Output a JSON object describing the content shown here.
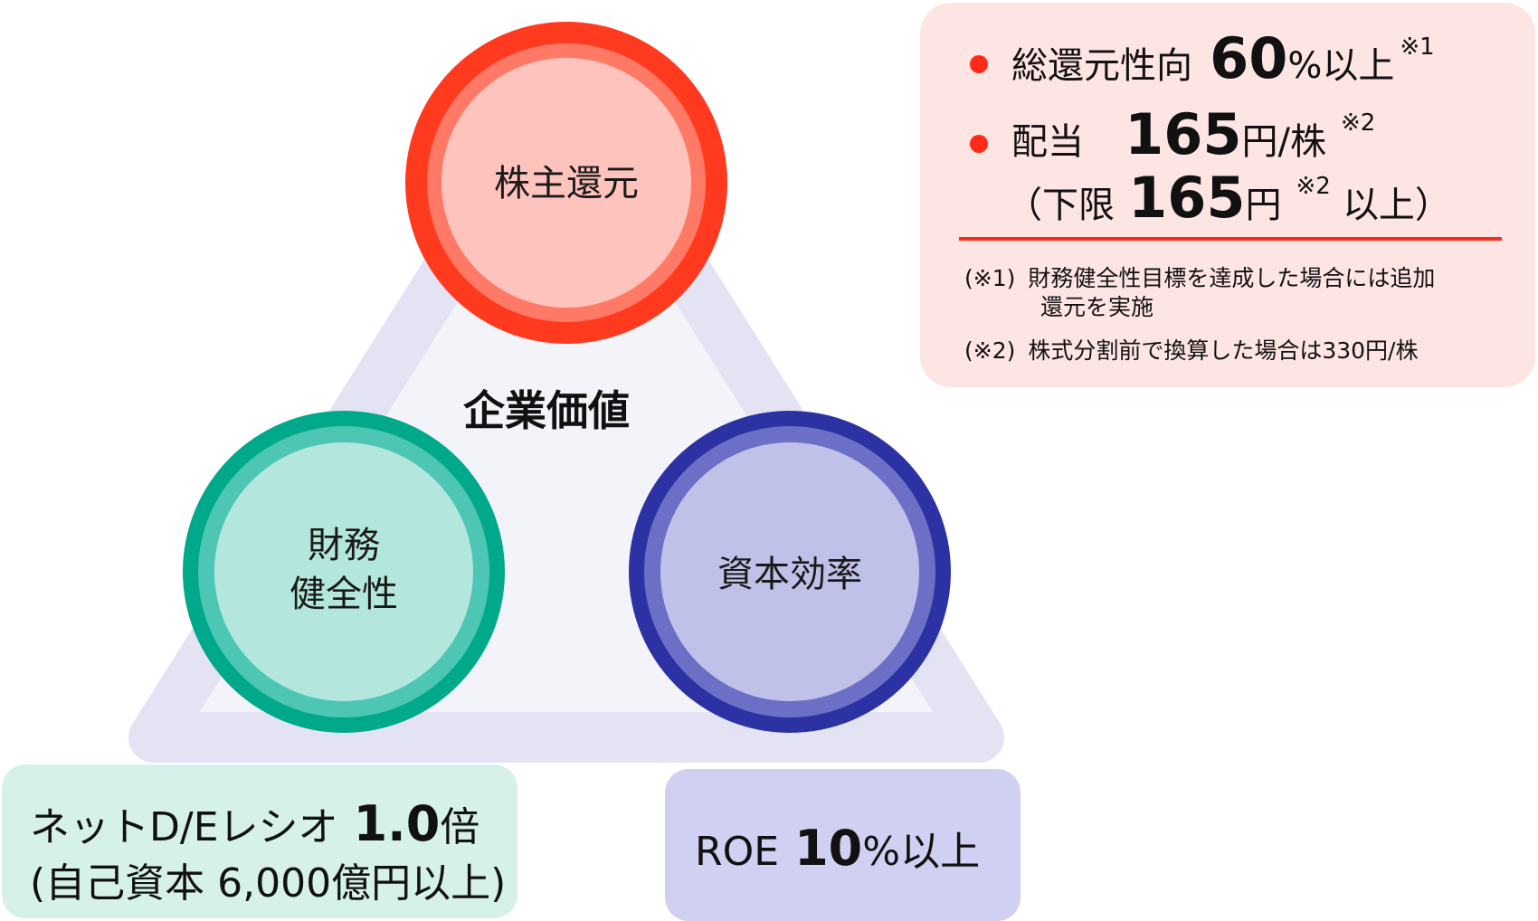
{
  "diagram": {
    "center_label": "企業価値",
    "nodes": [
      {
        "id": "shareholder",
        "label_lines": [
          "株主還元"
        ],
        "ring_color": "#ff3a1f",
        "mid_color": "#ff7a66",
        "fill_color": "#ffc3bd"
      },
      {
        "id": "financial",
        "label_lines": [
          "財務",
          "健全性"
        ],
        "ring_color": "#00a98a",
        "mid_color": "#4dc6b4",
        "fill_color": "#b3e7de"
      },
      {
        "id": "capital",
        "label_lines": [
          "資本効率"
        ],
        "ring_color": "#2c31a4",
        "mid_color": "#6b70c6",
        "fill_color": "#c0c1e8"
      }
    ],
    "triangle_color": "#e3e3f4"
  },
  "policy_box": {
    "line1": {
      "label": "総還元性向",
      "value": "60",
      "unit": "%以上",
      "note": "※1"
    },
    "line2": {
      "label": "配当",
      "value": "165",
      "unit": "円/株",
      "note": "※2"
    },
    "line3": {
      "open": "（下限",
      "value": "165",
      "unit": "円",
      "note": "※2",
      "close": "以上）"
    },
    "footnotes": [
      {
        "mark": "(※1)",
        "text": "財務健全性目標を達成した場合には追加",
        "text2": "還元を実施"
      },
      {
        "mark": "(※2)",
        "text": "株式分割前で換算した場合は330円/株"
      }
    ],
    "accent_color": "#ff2a17"
  },
  "financial_box": {
    "line1_prefix": "ネットD/Eレシオ",
    "line1_value": "1.0",
    "line1_suffix": "倍",
    "line2": "(自己資本 6,000億円以上)"
  },
  "capital_box": {
    "prefix": "ROE",
    "value": "10",
    "suffix": "%以上"
  }
}
